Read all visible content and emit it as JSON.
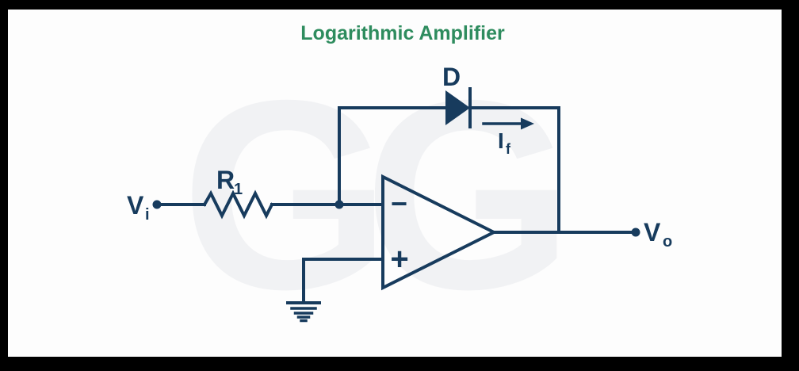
{
  "title": {
    "text": "Logarithmic Amplifier"
  },
  "colors": {
    "frame": "#000000",
    "canvas": "#fdfdfd",
    "line": "#173b5d",
    "title": "#2e8c5e",
    "watermark": "#f1f2f4"
  },
  "watermark": {
    "text": "GG"
  },
  "labels": {
    "input": {
      "main": "V",
      "sub": "i"
    },
    "resistor": {
      "main": "R",
      "sub": "1"
    },
    "diode": {
      "text": "D"
    },
    "feedback_current": {
      "main": "I",
      "sub": "f"
    },
    "output": {
      "main": "V",
      "sub": "o"
    },
    "opamp": {
      "inverting": "−",
      "noninverting": "+"
    }
  }
}
